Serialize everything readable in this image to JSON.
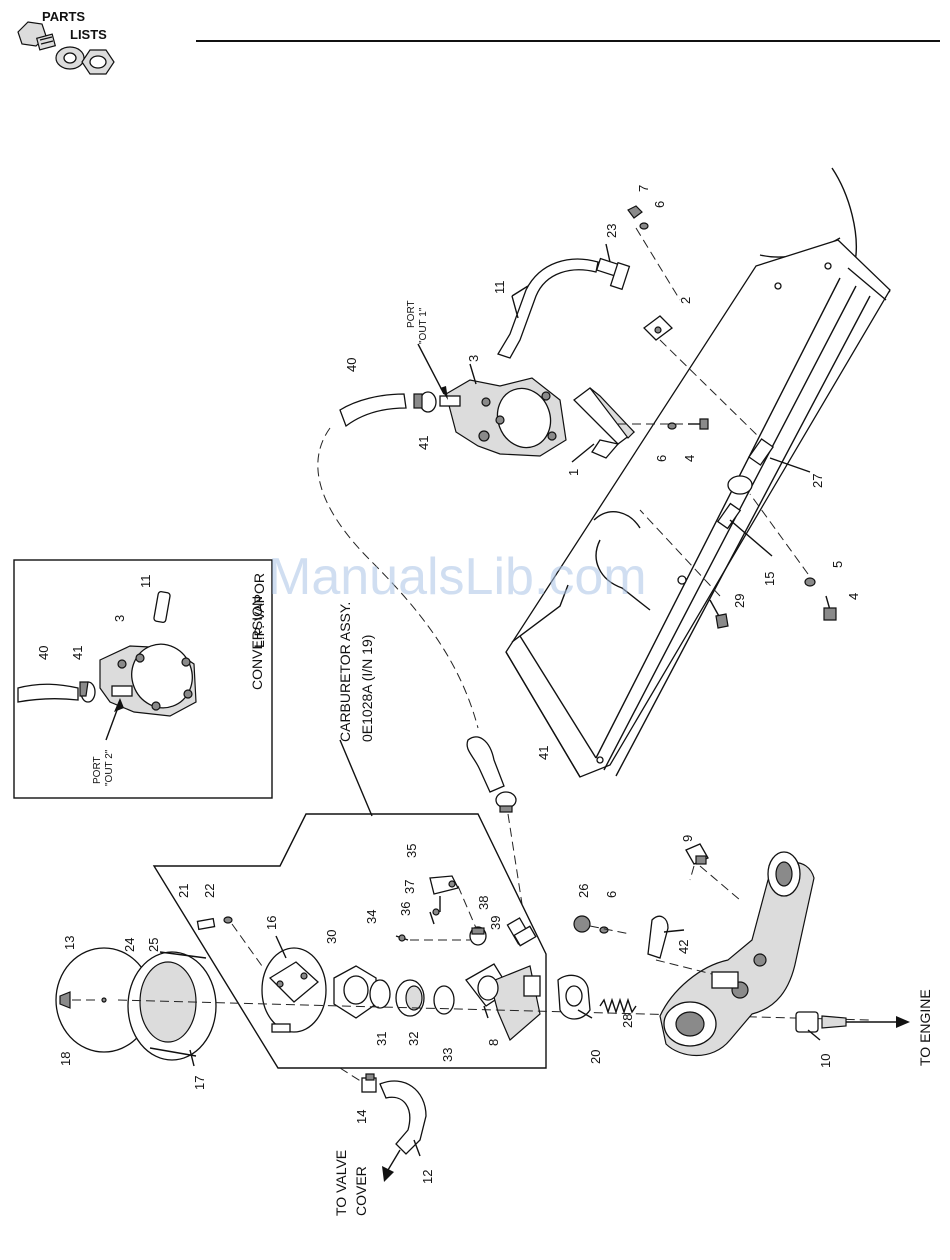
{
  "header": {
    "title_line1": "PARTS",
    "title_line2": "LISTS"
  },
  "watermark": "ManualsLib.com",
  "inset": {
    "title_line1": "L.P. VAPOR",
    "title_line2": "CONVERSION",
    "port_line1": "PORT",
    "port_line2": "\"OUT 2\"",
    "callouts": [
      "40",
      "41",
      "3",
      "11"
    ]
  },
  "carburetor_label": {
    "line1": "CARBURETOR ASSY.",
    "line2": "0E1028A (I/N 19)"
  },
  "port_out1": {
    "line1": "PORT",
    "line2": "\"OUT 1\""
  },
  "directions": {
    "to_valve_cover_line1": "TO VALVE",
    "to_valve_cover_line2": "COVER",
    "to_engine": "TO ENGINE"
  },
  "callouts": [
    {
      "id": "c7",
      "text": "7"
    },
    {
      "id": "c6a",
      "text": "6"
    },
    {
      "id": "c23",
      "text": "23"
    },
    {
      "id": "c2",
      "text": "2"
    },
    {
      "id": "c11",
      "text": "11"
    },
    {
      "id": "c3",
      "text": "3"
    },
    {
      "id": "c40",
      "text": "40"
    },
    {
      "id": "c41a",
      "text": "41"
    },
    {
      "id": "c1",
      "text": "1"
    },
    {
      "id": "c6b",
      "text": "6"
    },
    {
      "id": "c4a",
      "text": "4"
    },
    {
      "id": "c27",
      "text": "27"
    },
    {
      "id": "c15",
      "text": "15"
    },
    {
      "id": "c5",
      "text": "5"
    },
    {
      "id": "c4b",
      "text": "4"
    },
    {
      "id": "c29",
      "text": "29"
    },
    {
      "id": "c41b",
      "text": "41"
    },
    {
      "id": "c9",
      "text": "9"
    },
    {
      "id": "c35",
      "text": "35"
    },
    {
      "id": "c37",
      "text": "37"
    },
    {
      "id": "c36",
      "text": "36"
    },
    {
      "id": "c38",
      "text": "38"
    },
    {
      "id": "c34",
      "text": "34"
    },
    {
      "id": "c39",
      "text": "39"
    },
    {
      "id": "c26",
      "text": "26"
    },
    {
      "id": "c6c",
      "text": "6"
    },
    {
      "id": "c42",
      "text": "42"
    },
    {
      "id": "c21",
      "text": "21"
    },
    {
      "id": "c22",
      "text": "22"
    },
    {
      "id": "c16",
      "text": "16"
    },
    {
      "id": "c30",
      "text": "30"
    },
    {
      "id": "c13",
      "text": "13"
    },
    {
      "id": "c24",
      "text": "24"
    },
    {
      "id": "c25",
      "text": "25"
    },
    {
      "id": "c18",
      "text": "18"
    },
    {
      "id": "c17",
      "text": "17"
    },
    {
      "id": "c31",
      "text": "31"
    },
    {
      "id": "c32",
      "text": "32"
    },
    {
      "id": "c33",
      "text": "33"
    },
    {
      "id": "c8",
      "text": "8"
    },
    {
      "id": "c20",
      "text": "20"
    },
    {
      "id": "c28",
      "text": "28"
    },
    {
      "id": "c10",
      "text": "10"
    },
    {
      "id": "c14",
      "text": "14"
    },
    {
      "id": "c12",
      "text": "12"
    }
  ]
}
